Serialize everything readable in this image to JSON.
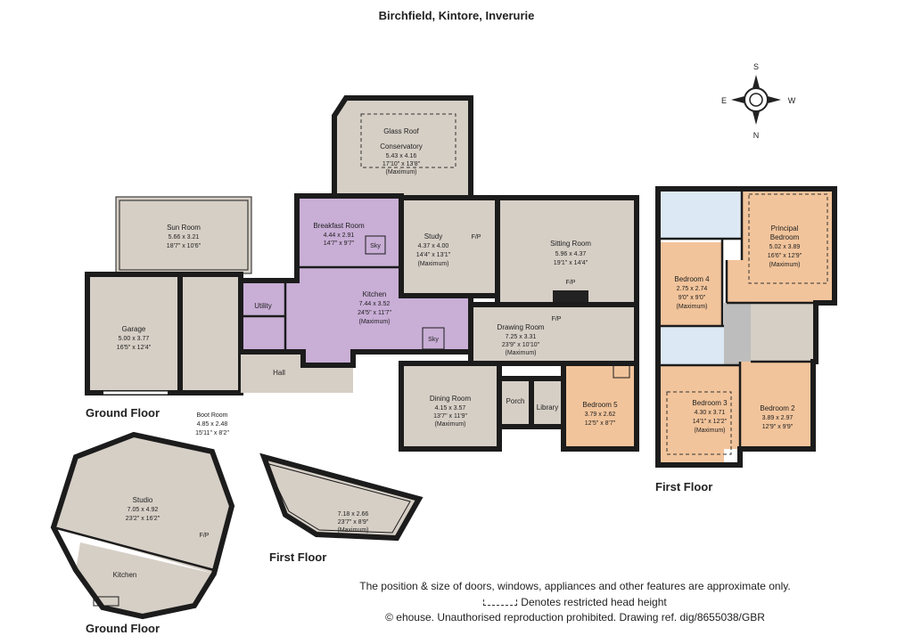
{
  "title": "Birchfield, Kintore, Inverurie",
  "compass": {
    "s": "S",
    "e": "E",
    "w": "W",
    "n": "N"
  },
  "floor_labels": {
    "ground_main": "Ground Floor",
    "first_main": "First Floor",
    "ground_studio": "Ground Floor",
    "first_studio": "First Floor"
  },
  "rooms": {
    "conservatory": {
      "pre": "Glass Roof",
      "name": "Conservatory",
      "m": "5.43 x 4.16",
      "ft": "17'10\" x 13'8\"",
      "note": "(Maximum)"
    },
    "sun_room": {
      "name": "Sun Room",
      "m": "5.66 x 3.21",
      "ft": "18'7\" x 10'6\""
    },
    "breakfast": {
      "name": "Breakfast Room",
      "m": "4.44 x 2.91",
      "ft": "14'7\" x 9'7\"",
      "sky": "Sky"
    },
    "study": {
      "name": "Study",
      "m": "4.37 x 4.00",
      "ft": "14'4\" x 13'1\"",
      "note": "(Maximum)",
      "fp": "F/P"
    },
    "sitting": {
      "name": "Sitting Room",
      "m": "5.96 x 4.37",
      "ft": "19'1\" x 14'4\"",
      "fp": "F/P"
    },
    "garage": {
      "name": "Garage",
      "m": "5.00 x 3.77",
      "ft": "16'5\" x 12'4\""
    },
    "utility": {
      "name": "Utility"
    },
    "kitchen": {
      "name": "Kitchen",
      "m": "7.44 x 3.52",
      "ft": "24'5\" x 11'7\"",
      "note": "(Maximum)",
      "sky": "Sky"
    },
    "hall": {
      "name": "Hall"
    },
    "boot": {
      "name": "Boot Room",
      "m": "4.85 x 2.48",
      "ft": "15'11\" x 8'2\""
    },
    "drawing": {
      "name": "Drawing Room",
      "m": "7.25 x 3.31",
      "ft": "23'9\" x 10'10\"",
      "note": "(Maximum)",
      "fp": "F/P"
    },
    "dining": {
      "name": "Dining Room",
      "m": "4.15 x 3.57",
      "ft": "13'7\" x 11'9\"",
      "note": "(Maximum)"
    },
    "porch": {
      "name": "Porch"
    },
    "library": {
      "name": "Library"
    },
    "bedroom5": {
      "name": "Bedroom 5",
      "m": "3.79 x 2.62",
      "ft": "12'5\" x 8'7\""
    },
    "principal": {
      "name": "Principal",
      "name2": "Bedroom",
      "m": "5.02 x 3.89",
      "ft": "16'6\" x 12'9\"",
      "note": "(Maximum)"
    },
    "bedroom4": {
      "name": "Bedroom 4",
      "m": "2.75 x 2.74",
      "ft": "9'0\" x 9'0\"",
      "note": "(Maximum)"
    },
    "bedroom3": {
      "name": "Bedroom 3",
      "m": "4.30 x 3.71",
      "ft": "14'1\" x 12'2\"",
      "note": "(Maximum)"
    },
    "bedroom2": {
      "name": "Bedroom 2",
      "m": "3.89 x 2.97",
      "ft": "12'9\" x 9'9\""
    },
    "studio": {
      "name": "Studio",
      "m": "7.05 x 4.92",
      "ft": "23'2\" x 16'2\"",
      "fp": "F/P"
    },
    "studio_kitchen": {
      "name": "Kitchen"
    },
    "studio_upper": {
      "m": "7.18 x 2.66",
      "ft": "23'7\" x 8'9\"",
      "note": "(Maximum)"
    }
  },
  "footer": {
    "line1": "The position & size of doors, windows, appliances and other features are approximate only.",
    "line2": "Denotes restricted head height",
    "line3": "© ehouse. Unauthorised reproduction prohibited. Drawing ref. dig/8655038/GBR"
  },
  "colors": {
    "grey_room": "#d6cfc6",
    "kitchen": "#c9aed6",
    "bedroom": "#f2c49b",
    "bathroom": "#dce8f3",
    "stair": "#bdbdbd",
    "wall": "#1c1c1c"
  }
}
